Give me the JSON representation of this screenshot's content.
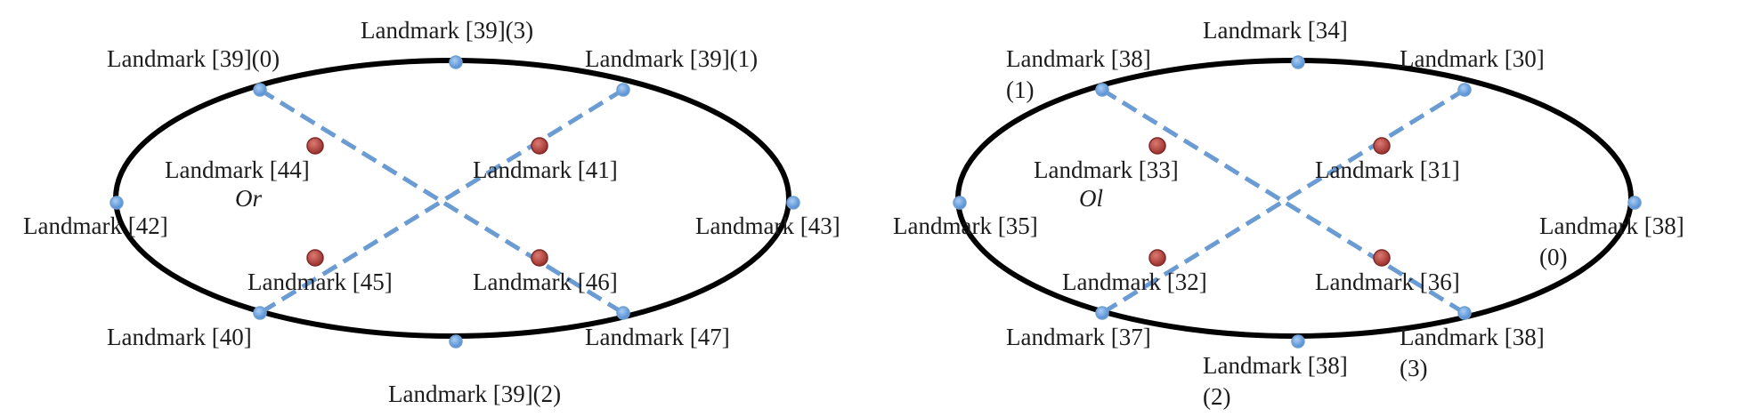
{
  "colors": {
    "ellipse_stroke": "#000000",
    "diagonal": "#6a9bd3",
    "blue_landmark": "#5b95d9",
    "red_landmark": "#b2443f",
    "text": "#1c1c1c"
  },
  "diagrams": [
    {
      "id": "right",
      "center_label": "Or",
      "labels": [
        "Landmark [39](0)",
        "Landmark [39](3)",
        "Landmark [39](1)",
        "Landmark [44]",
        "Landmark [41]",
        "Landmark [42]",
        "Landmark [43]",
        "Landmark [45]",
        "Landmark [46]",
        "Landmark [40]",
        "Landmark [47]",
        "Landmark [39](2)"
      ]
    },
    {
      "id": "left",
      "center_label": "Ol",
      "labels": [
        "Landmark [38]",
        "(1)",
        "Landmark [34]",
        "Landmark [30]",
        "Landmark [33]",
        "Landmark [31]",
        "Landmark [35]",
        "Landmark [38]",
        "(0)",
        "Landmark [32]",
        "Landmark [36]",
        "Landmark [37]",
        "Landmark [38]",
        "(2)",
        "Landmark [38]",
        "(3)"
      ]
    }
  ]
}
